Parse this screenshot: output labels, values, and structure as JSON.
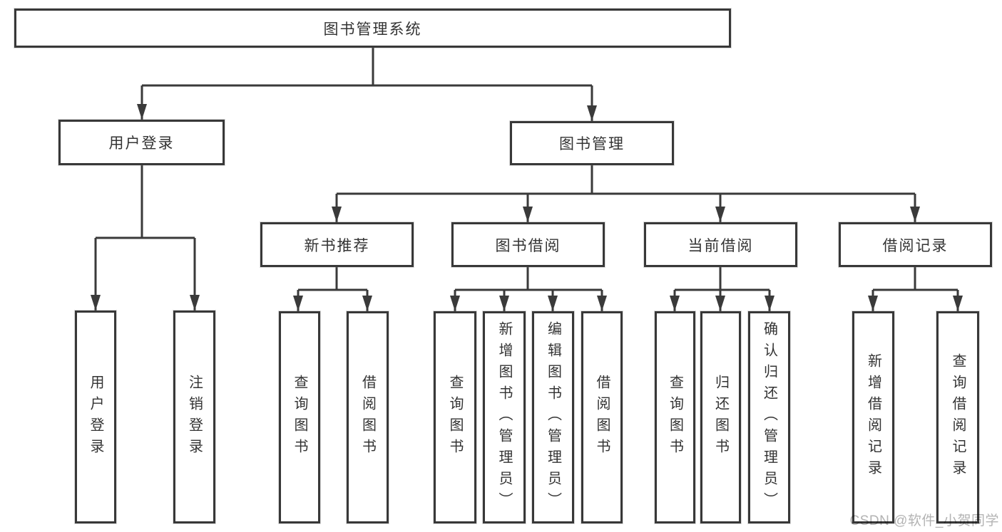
{
  "diagram": {
    "type": "tree",
    "root": {
      "label": "图书管理系统",
      "children": [
        {
          "label": "用户登录",
          "children": [
            {
              "label": "用户登录"
            },
            {
              "label": "注销登录"
            }
          ]
        },
        {
          "label": "图书管理",
          "children": [
            {
              "label": "新书推荐",
              "children": [
                {
                  "label": "查询图书"
                },
                {
                  "label": "借阅图书"
                }
              ]
            },
            {
              "label": "图书借阅",
              "children": [
                {
                  "label": "查询图书"
                },
                {
                  "label": "新增图书（管理员）"
                },
                {
                  "label": "编辑图书（管理员）"
                },
                {
                  "label": "借阅图书"
                }
              ]
            },
            {
              "label": "当前借阅",
              "children": [
                {
                  "label": "查询图书"
                },
                {
                  "label": "归还图书"
                },
                {
                  "label": "确认归还（管理员）"
                }
              ]
            },
            {
              "label": "借阅记录",
              "children": [
                {
                  "label": "新增借阅记录"
                },
                {
                  "label": "查询借阅记录"
                }
              ]
            }
          ]
        }
      ]
    }
  },
  "watermark": {
    "text": "CSDN @软件_小贺同学",
    "color": "#b3b3b3"
  },
  "colors": {
    "line": "#3a3a3a",
    "border": "#383838",
    "text": "#333333",
    "background": "#ffffff"
  }
}
